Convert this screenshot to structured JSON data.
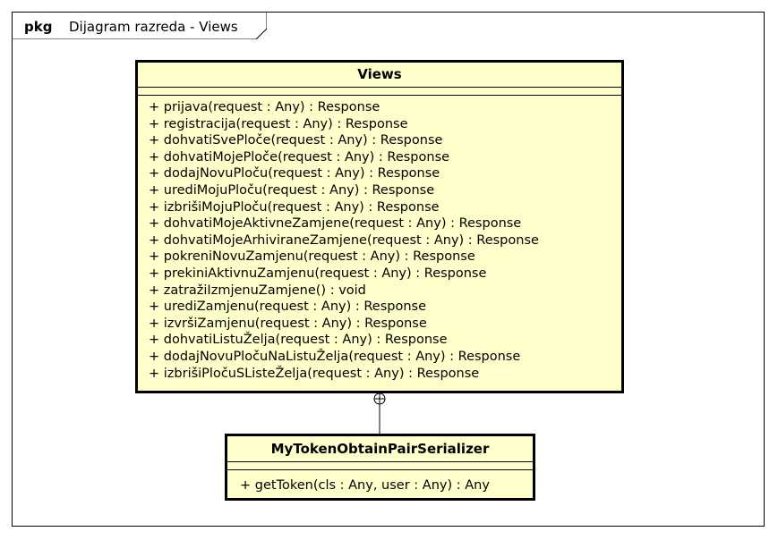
{
  "package": {
    "keyword": "pkg",
    "name": "Dijagram razreda - Views"
  },
  "classes": [
    {
      "name": "Views",
      "operations": [
        "+ prijava(request : Any) : Response",
        "+ registracija(request : Any) : Response",
        "+ dohvatiSvePloče(request : Any) : Response",
        "+ dohvatiMojePloče(request : Any) : Response",
        "+ dodajNovuPloču(request : Any) : Response",
        "+ urediMojuPloču(request : Any) : Response",
        "+ izbrišiMojuPloču(request : Any) : Response",
        "+ dohvatiMojeAktivneZamjene(request : Any) : Response",
        "+ dohvatiMojeArhiviraneZamjene(request : Any) : Response",
        "+ pokreniNovuZamjenu(request : Any) : Response",
        "+ prekiniAktivnuZamjenu(request : Any) : Response",
        "+ zatražiIzmjenuZamjene() : void",
        "+ urediZamjenu(request : Any) : Response",
        "+ izvršiZamjenu(request : Any) : Response",
        "+ dohvatiListuŽelja(request : Any) : Response",
        "+ dodajNovuPločuNaListuŽelja(request : Any) : Response",
        "+ izbrišiPločuSListeŽelja(request : Any) : Response"
      ]
    },
    {
      "name": "MyTokenObtainPairSerializer",
      "operations": [
        "+ getToken(cls : Any, user : Any) : Any"
      ]
    }
  ],
  "relations": [
    {
      "type": "nesting",
      "from": "MyTokenObtainPairSerializer",
      "to": "Views"
    }
  ],
  "colors": {
    "class_fill": "#ffffcc",
    "line": "#000000",
    "background": "#ffffff"
  }
}
